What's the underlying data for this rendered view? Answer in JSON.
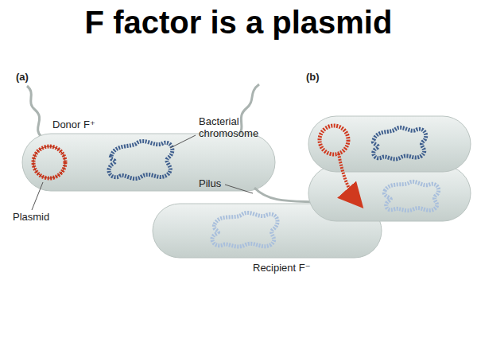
{
  "diagram": {
    "title": "F factor is a plasmid",
    "labels": [
      "(a)",
      "Donor F⁺",
      "Bacterial chromosome",
      "Pilus",
      "Plasmid",
      "Recipient F⁻",
      "(b)"
    ]
  }
}
